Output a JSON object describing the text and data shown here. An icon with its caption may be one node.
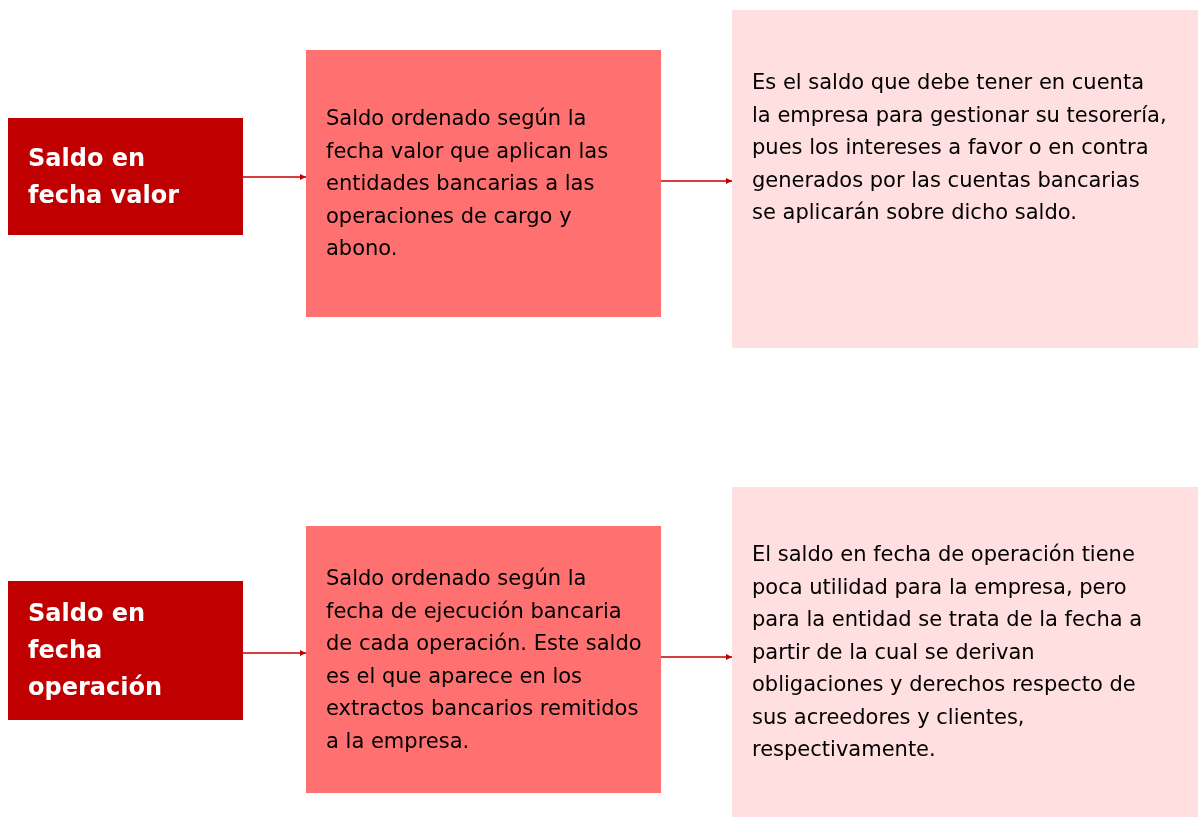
{
  "diagram": {
    "nodes": [
      {
        "text": [
          "Saldo en fecha valor"
        ]
      },
      {
        "text": [
          "Saldo ordenado según la fecha valor que aplican las entidades bancarias a las operaciones de cargo y abono."
        ]
      },
      {
        "text": [
          "Es el saldo que debe tener en cuenta la empresa para gestionar su tesorería, pues los intereses a favor o en contra generados por las cuentas bancarias se aplicarán sobre dicho saldo."
        ]
      },
      {
        "text": [
          "Saldo en fecha operación"
        ]
      },
      {
        "text": [
          "Saldo ordenado según la fecha de ejecución bancaria de cada operación. Este saldo es el que aparece en los extractos bancarios remitidos a la empresa."
        ]
      },
      {
        "text": [
          "El saldo en fecha de operación tiene poca utilidad para la empresa, pero para la entidad se trata de la fecha a partir de la cual se derivan obligaciones y derechos respecto de sus acreedores y clientes, respectivamente."
        ]
      }
    ],
    "edges": [
      {
        "from": 0,
        "to": 1,
        "arrow": "to"
      },
      {
        "from": 1,
        "to": 2,
        "arrow": "to"
      },
      {
        "from": 3,
        "to": 4,
        "arrow": "to"
      },
      {
        "from": 4,
        "to": 5,
        "arrow": "to"
      }
    ]
  }
}
